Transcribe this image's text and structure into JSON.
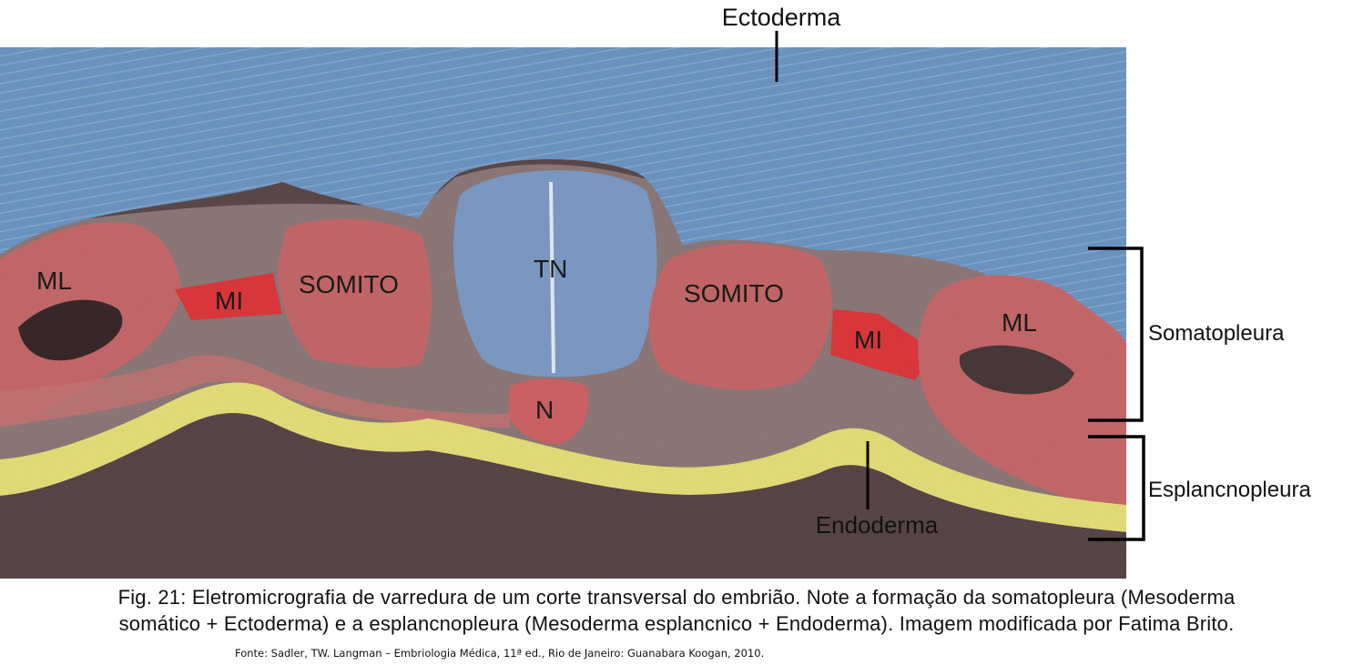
{
  "labels": {
    "ectoderma": "Ectoderma",
    "somatopleura": "Somatopleura",
    "esplancnopleura": "Esplancnopleura",
    "endoderma": "Endoderma"
  },
  "regions": {
    "ml_left": "ML",
    "mi_left": "MI",
    "somito_left": "SOMITO",
    "tn": "TN",
    "n": "N",
    "somito_right": "SOMITO",
    "mi_right": "MI",
    "ml_right": "ML"
  },
  "caption": {
    "line1": "Fig. 21: Eletromicrografia de varredura de um corte transversal do embrião. Note a formação da somatopleura (Mesoderma",
    "line2": "somático + Ectoderma) e a esplancnopleura (Mesoderma esplancnico + Endoderma). Imagem modificada por Fatima Brito."
  },
  "source": "Fonte: Sadler, TW. Langman – Embriologia Médica, 11ª ed., Rio de Janeiro: Guanabara Koogan, 2010.",
  "colors": {
    "ectoderm": "#6d96c4",
    "mesoderm": "#c96a6c",
    "intermediate_mesoderm": "#e0393c",
    "endoderm": "#e9e27a",
    "neural_tube": "#7f9cc6",
    "background_tissue": "#5f4c4c"
  }
}
